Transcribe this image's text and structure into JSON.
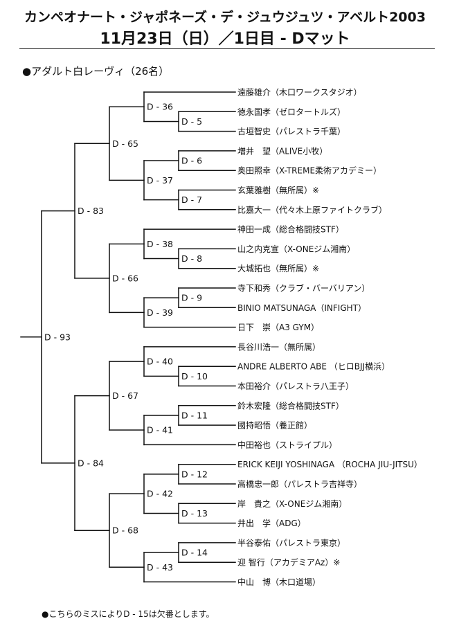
{
  "header": {
    "title": "カンペオナート・ジャポネーズ・デ・ジュウジュツ・アベルト2003",
    "subtitle": "11月23日（日）／1日目 - Dマット"
  },
  "section": {
    "title": "●アダルト白レーヴィ（26名）"
  },
  "players": [
    "遠藤雄介（木口ワークスタジオ）",
    "徳永国孝（ゼロタートルズ）",
    "古垣智史（パレストラ千葉）",
    "増井　望（ALIVE小牧）",
    "奥田照幸（X-TREME柔術アカデミー）",
    "玄葉雅樹（無所属）※",
    "比嘉大一（代々木上原ファイトクラブ）",
    "神田一成（総合格闘技STF）",
    "山之内克宣（X-ONEジム湘南）",
    "大城拓也（無所属）※",
    "寺下和秀（クラブ・バーバリアン）",
    "BINIO MATSUNAGA（INFIGHT）",
    "日下　崇（A3 GYM）",
    "長谷川浩一（無所属）",
    "ANDRE ALBERTO ABE （ヒロBJJ横浜）",
    "本田裕介（パレストラ八王子）",
    "鈴木宏隆（総合格闘技STF）",
    "國持昭悟（養正館）",
    "中田裕也（ストライプル）",
    "ERICK KEIJI YOSHINAGA （ROCHA JIU-JITSU）",
    "高橋忠一郎（パレストラ吉祥寺）",
    "岸　貴之（X-ONEジム湘南）",
    "井出　学（ADG）",
    "半谷泰佑（パレストラ東京）",
    "迎 智行（アカデミアAz）※",
    "中山　博（木口道場）"
  ],
  "matches": [
    "D - 5",
    "D - 6",
    "D - 7",
    "D - 8",
    "D - 9",
    "D - 10",
    "D - 11",
    "D - 12",
    "D - 13",
    "D - 14",
    "D - 36",
    "D - 37",
    "D - 38",
    "D - 39",
    "D - 40",
    "D - 41",
    "D - 42",
    "D - 43",
    "D - 65",
    "D - 66",
    "D - 67",
    "D - 68",
    "D - 83",
    "D - 84",
    "D - 93"
  ],
  "footer": {
    "note": "●こちらのミスによりD - 15は欠番とします。"
  }
}
